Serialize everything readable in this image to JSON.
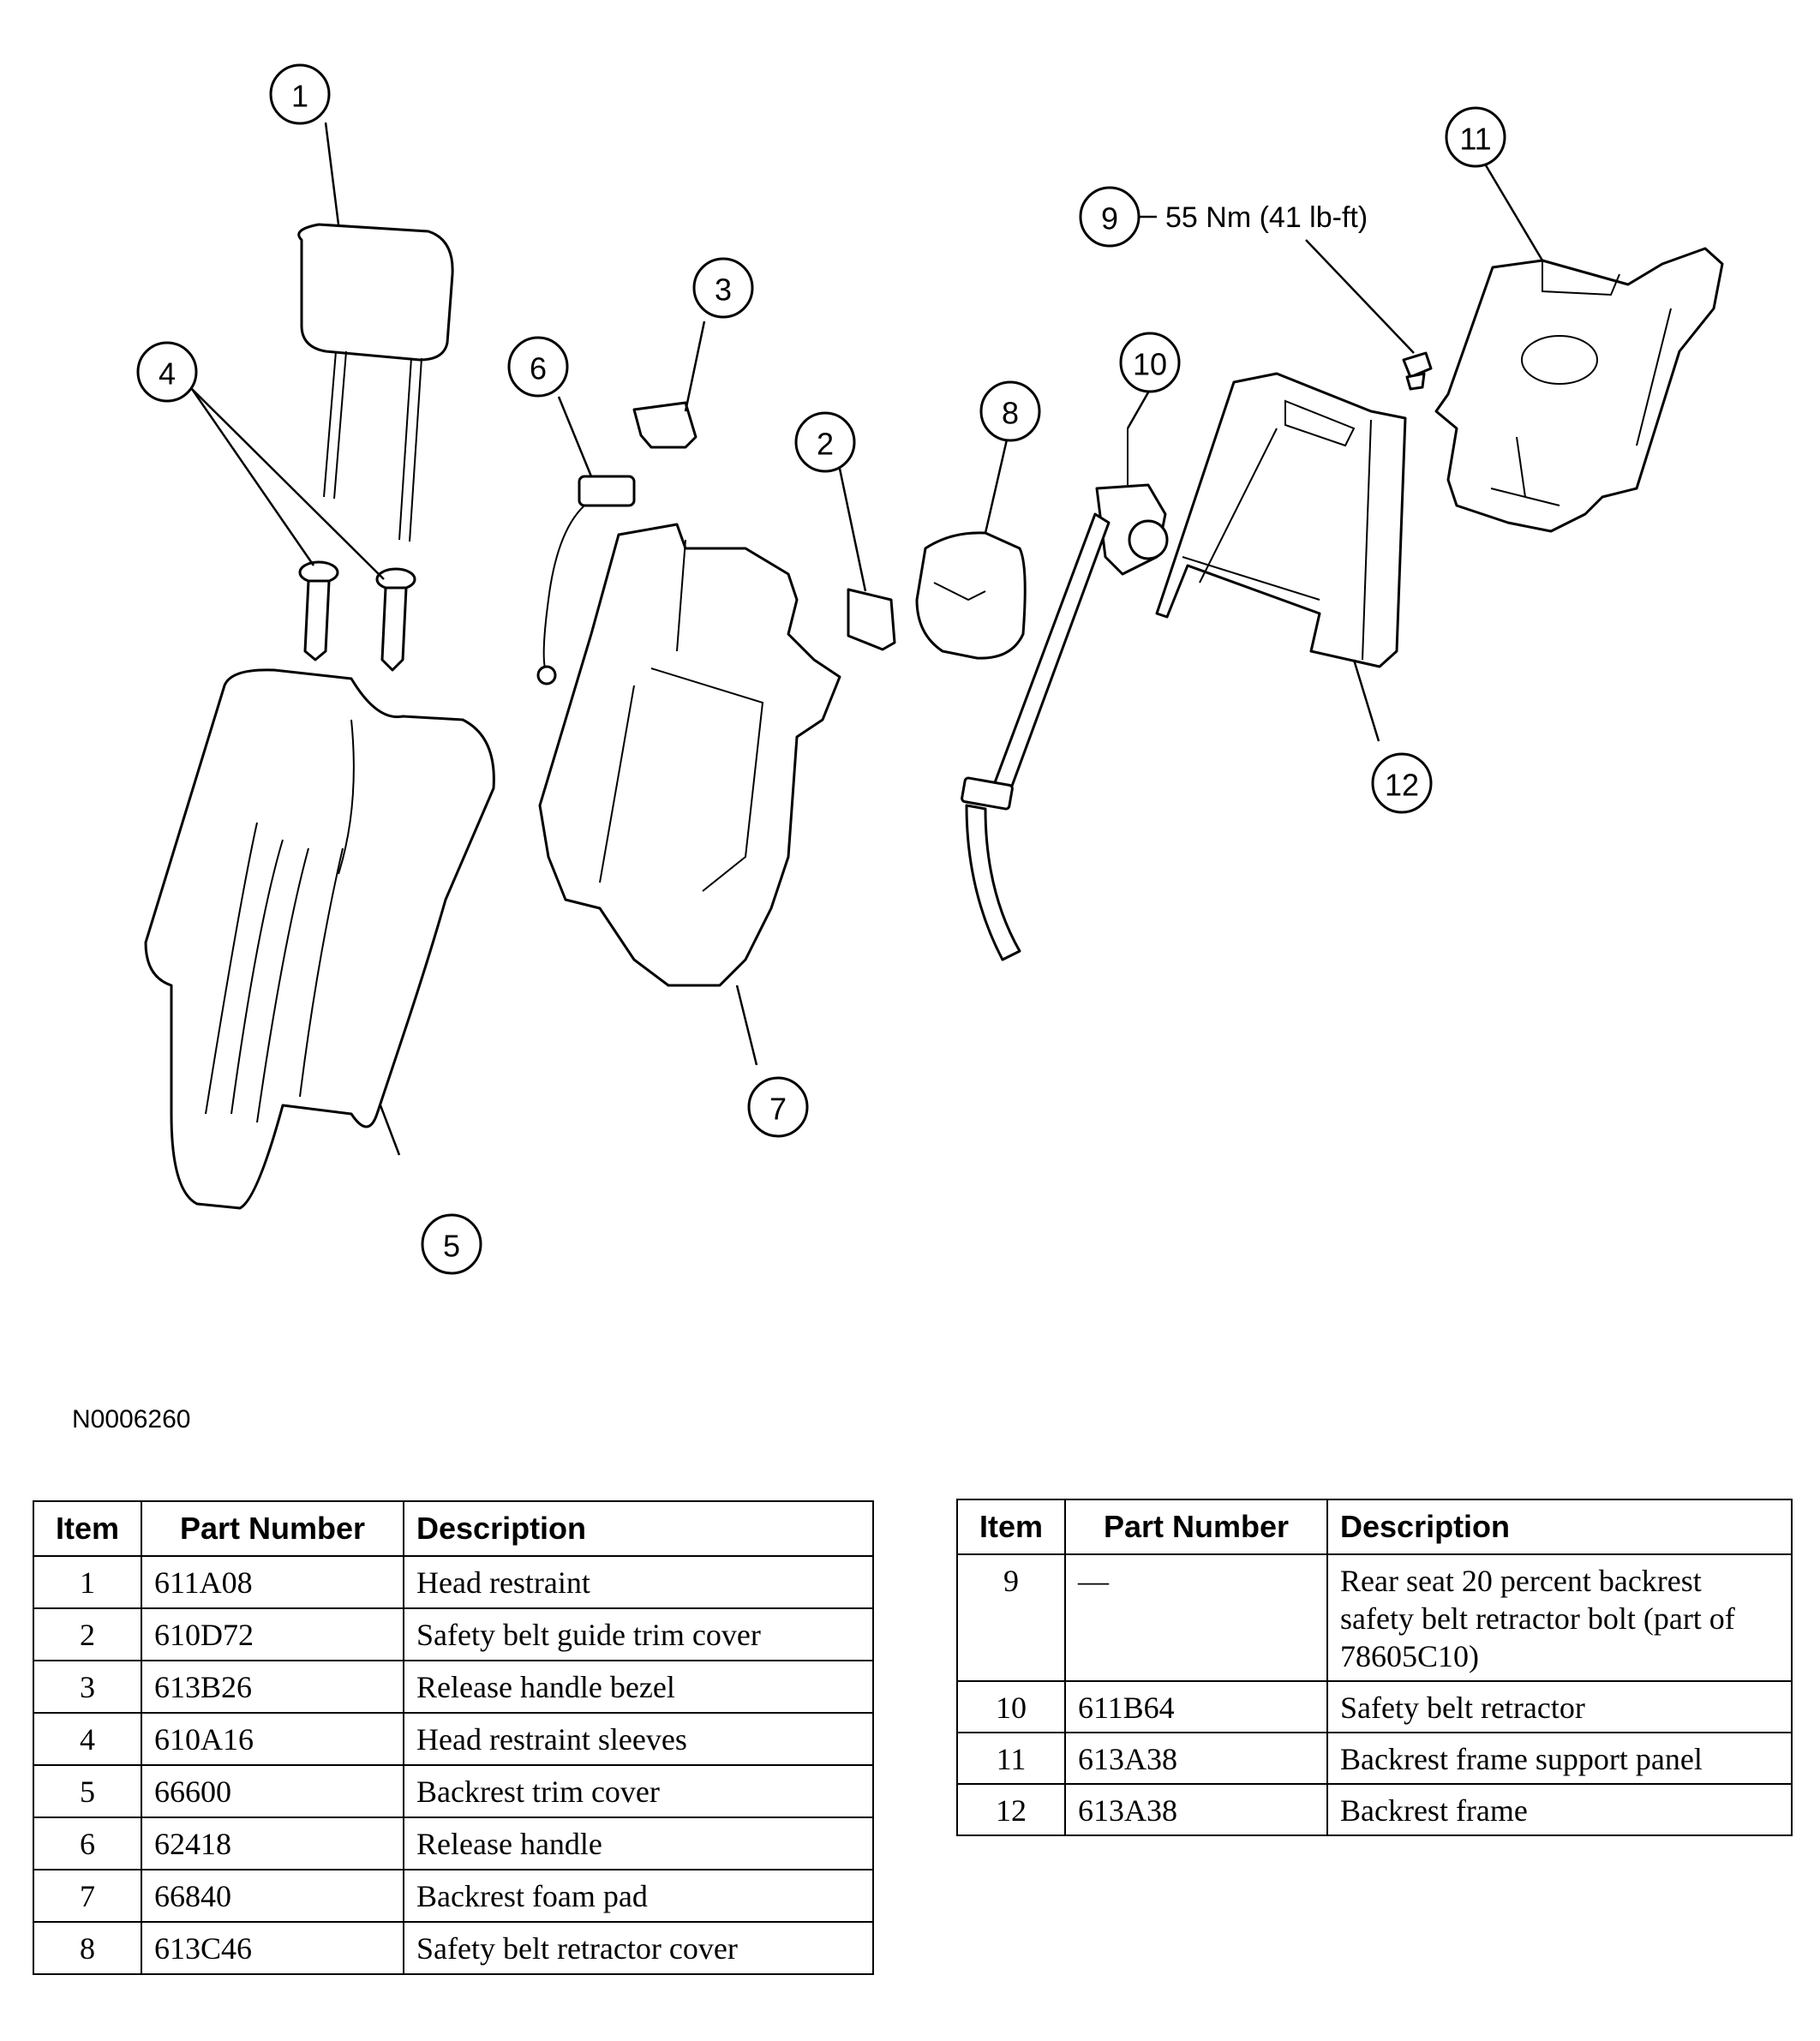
{
  "figure_id": "N0006260",
  "torque_spec": "55 Nm (41 lb-ft)",
  "callouts": [
    "1",
    "2",
    "3",
    "4",
    "5",
    "6",
    "7",
    "8",
    "9",
    "10",
    "11",
    "12"
  ],
  "table_headers": {
    "item": "Item",
    "part_number": "Part Number",
    "description": "Description"
  },
  "table_left": [
    {
      "item": "1",
      "part_number": "611A08",
      "description": "Head restraint"
    },
    {
      "item": "2",
      "part_number": "610D72",
      "description": "Safety belt guide trim cover"
    },
    {
      "item": "3",
      "part_number": "613B26",
      "description": "Release handle bezel"
    },
    {
      "item": "4",
      "part_number": "610A16",
      "description": "Head restraint sleeves"
    },
    {
      "item": "5",
      "part_number": "66600",
      "description": "Backrest trim cover"
    },
    {
      "item": "6",
      "part_number": "62418",
      "description": "Release handle"
    },
    {
      "item": "7",
      "part_number": "66840",
      "description": "Backrest foam pad"
    },
    {
      "item": "8",
      "part_number": "613C46",
      "description": "Safety belt retractor cover"
    }
  ],
  "table_right": [
    {
      "item": "9",
      "part_number": "—",
      "description": "Rear seat 20 percent backrest safety belt retractor bolt (part of 78605C10)"
    },
    {
      "item": "10",
      "part_number": "611B64",
      "description": "Safety belt retractor"
    },
    {
      "item": "11",
      "part_number": "613A38",
      "description": "Backrest frame support panel"
    },
    {
      "item": "12",
      "part_number": "613A38",
      "description": "Backrest frame"
    }
  ]
}
